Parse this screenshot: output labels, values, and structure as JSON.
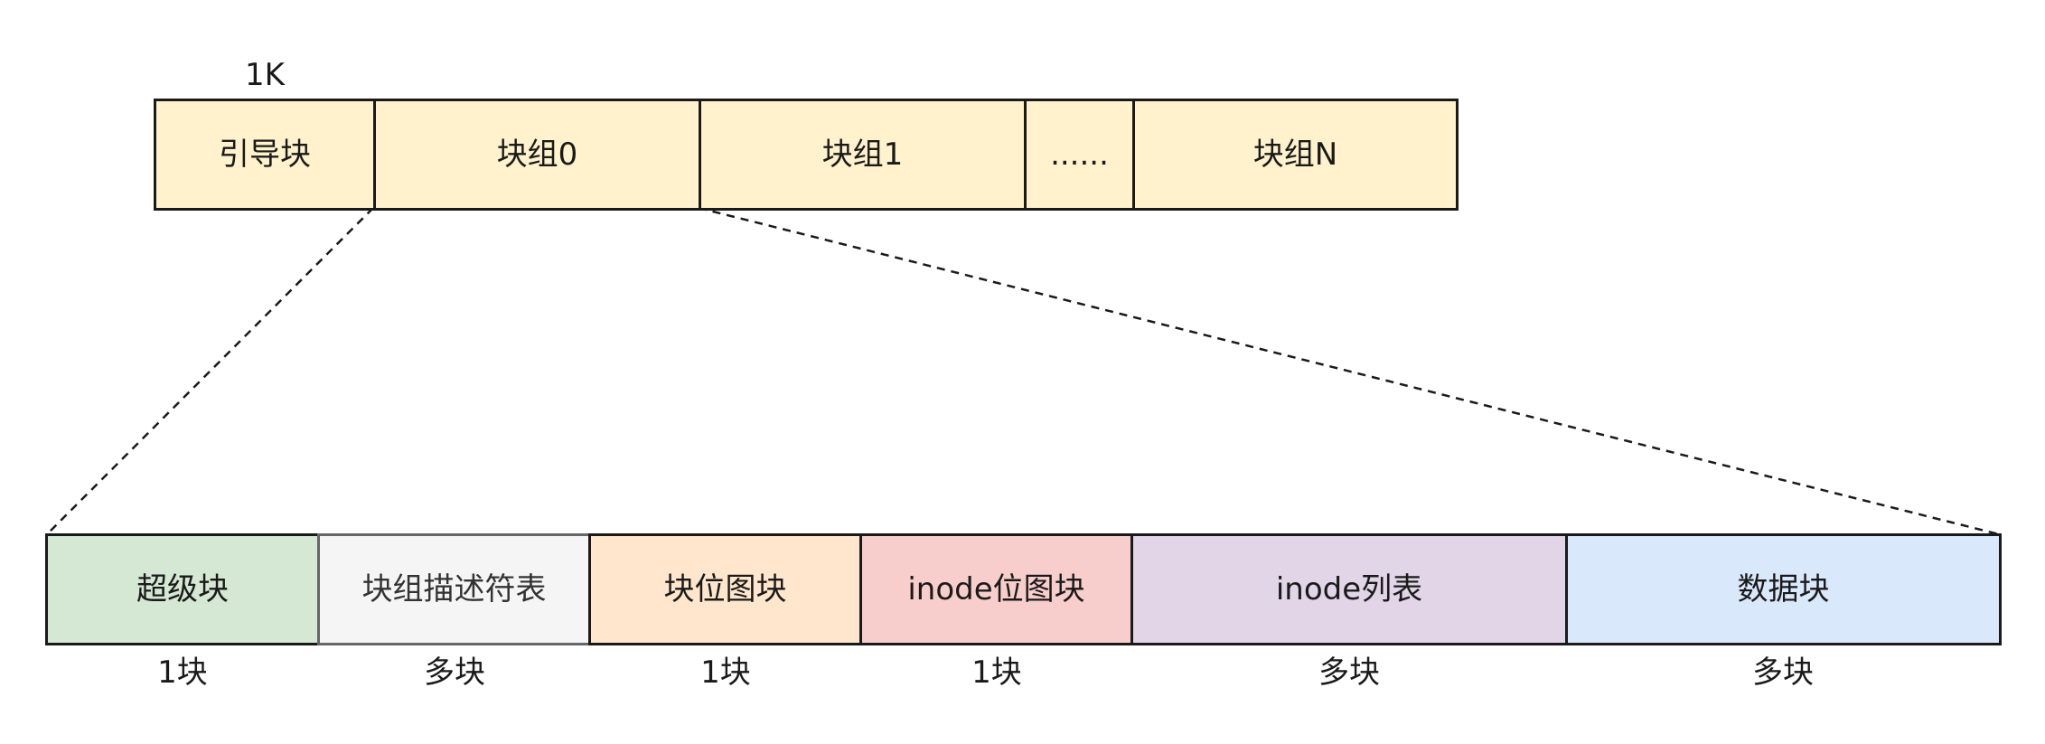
{
  "top_row": {
    "size_label": "1K",
    "blocks": [
      {
        "label": "引导块"
      },
      {
        "label": "块组0"
      },
      {
        "label": "块组1"
      },
      {
        "label": "......"
      },
      {
        "label": "块组N"
      }
    ],
    "fill_color": "#fff2cc"
  },
  "block_group_detail": {
    "blocks": [
      {
        "label": "超级块",
        "count": "1块",
        "color": "#d5e8d4"
      },
      {
        "label": "块组描述符表",
        "count": "多块",
        "color": "#f5f5f5"
      },
      {
        "label": "块位图块",
        "count": "1块",
        "color": "#ffe6cc"
      },
      {
        "label": "inode位图块",
        "count": "1块",
        "color": "#f8cecc"
      },
      {
        "label": "inode列表",
        "count": "多块",
        "color": "#e1d5e7"
      },
      {
        "label": "数据块",
        "count": "多块",
        "color": "#dae8fc"
      }
    ]
  }
}
